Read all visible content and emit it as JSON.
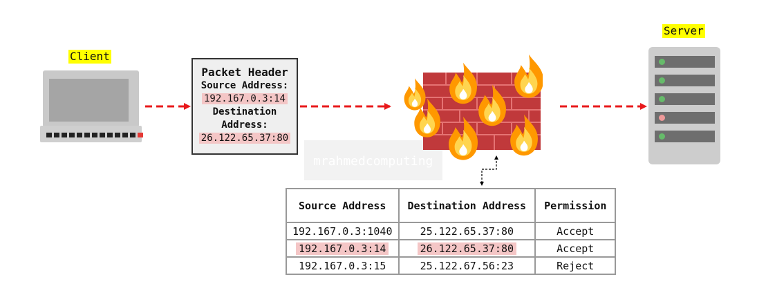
{
  "client": {
    "label": "Client"
  },
  "server": {
    "label": "Server"
  },
  "packet": {
    "title": "Packet Header",
    "source_label": "Source Address:",
    "source_value": "192.167.0.3:14",
    "destination_label_1": "Destination",
    "destination_label_2": "Address:",
    "destination_value": "26.122.65.37:80"
  },
  "watermark": "mrahmedcomputing",
  "table": {
    "headers": [
      "Source Address",
      "Destination Address",
      "Permission"
    ],
    "rows": [
      [
        "192.167.0.3:1040",
        "25.122.65.37:80",
        "Accept"
      ],
      [
        "192.167.0.3:14",
        "26.122.65.37:80",
        "Accept"
      ],
      [
        "192.167.0.3:15",
        "25.122.67.56:23",
        "Reject"
      ]
    ]
  },
  "colors": {
    "arrow": "#e8191b",
    "highlight": "#f4c6c6",
    "label_bg": "#ffff00",
    "brick": "#c0393b",
    "flame": "#ff9800"
  },
  "icons": [
    "laptop-icon",
    "firewall-icon",
    "server-icon"
  ]
}
